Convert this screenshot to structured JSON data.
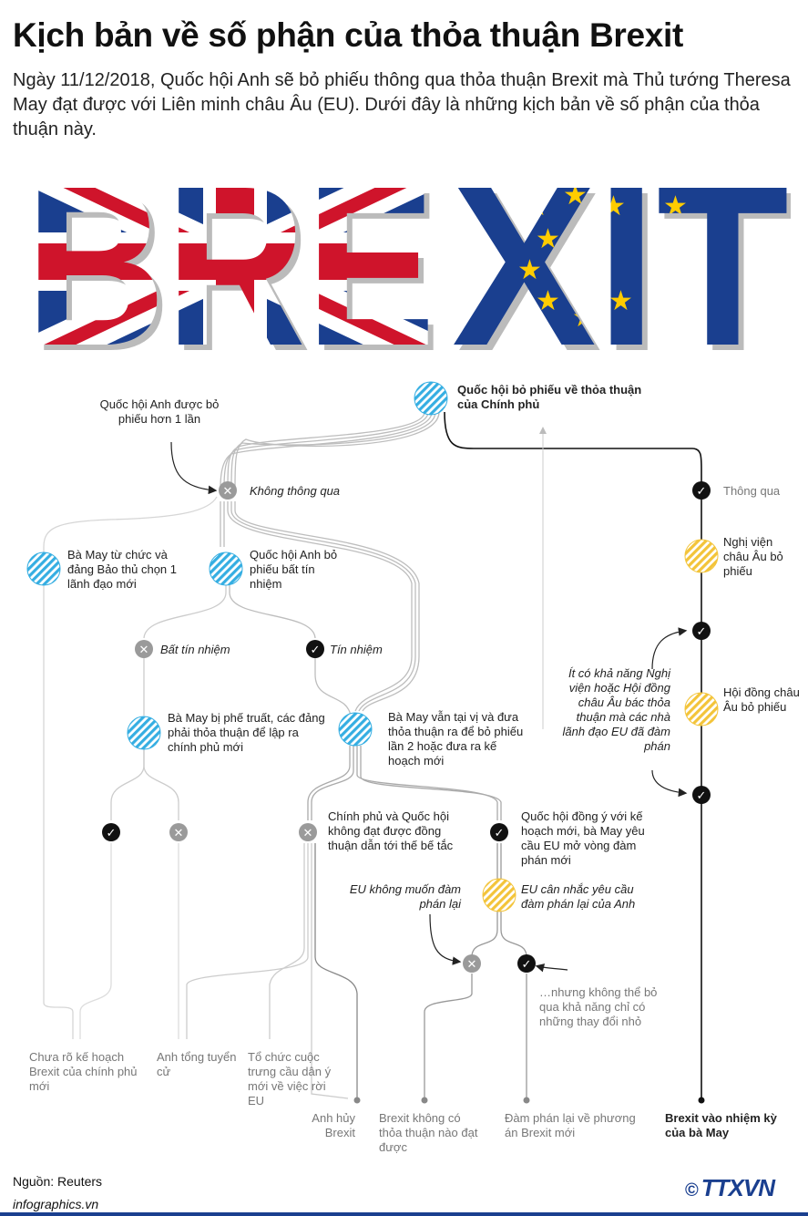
{
  "header": {
    "title": "Kịch bản về số phận của thỏa thuận Brexit",
    "intro": "Ngày 11/12/2018, Quốc hội Anh sẽ bỏ phiếu thông qua thỏa thuận Brexit mà Thủ tướng Theresa May đạt được với Liên minh châu Âu (EU). Dưới đây là những kịch bản về số phận của thỏa thuận này."
  },
  "banner": {
    "word": "BREXIT"
  },
  "colors": {
    "blue_node": "#35aee2",
    "yellow_node": "#f3c43a",
    "navy": "#1a3f8f",
    "red": "#cf142b"
  },
  "nodes": {
    "parliament_vote": "Quốc hội bỏ phiếu về thỏa thuận của Chính phủ",
    "multiple_votes_note": "Quốc hội Anh được bỏ phiếu hơn 1 lần",
    "not_passed": "Không thông qua",
    "passed": "Thông qua",
    "may_resigns": "Bà May từ chức và đảng Bảo thủ chọn 1 lãnh đạo mới",
    "no_confidence_vote": "Quốc hội Anh bỏ phiếu bất tín nhiệm",
    "no_confidence": "Bất tín nhiệm",
    "confidence": "Tín nhiệm",
    "may_ousted": "Bà May bị phế truất, các đảng phải thỏa thuận để lập ra chính phủ mới",
    "may_remains": "Bà May vẫn tại vị và đưa thỏa thuận ra để bỏ phiếu lần 2 hoặc đưa ra kế hoạch mới",
    "deadlock": "Chính phủ và Quốc hội không đạt được đồng thuận dẫn tới thế bế tắc",
    "new_plan_agreed": "Quốc hội đồng ý với kế hoạch mới, bà May yêu cầu EU mở vòng đàm phán mới",
    "eu_refuses": "EU không muốn đàm phán lại",
    "eu_considers": "EU cân nhắc yêu cầu đàm phán lại của Anh",
    "minor_changes": "…nhưng không thể bỏ qua khả năng chỉ có những thay đổi nhỏ",
    "eu_parliament_vote": "Nghị viện châu Âu bỏ phiếu",
    "eu_council_vote": "Hội đồng châu Âu bỏ phiếu",
    "unlikely_reject": "Ít có khả năng Nghị viện hoặc Hội đồng châu Âu bác thỏa thuận mà các nhà lãnh đạo EU đã đàm phán"
  },
  "outcomes": {
    "unclear_plan": "Chưa rõ kế hoạch Brexit của chính phủ mới",
    "general_election": "Anh tổng tuyển cử",
    "referendum": "Tổ chức cuộc trưng cầu dân ý mới về việc rời EU",
    "cancel_brexit": "Anh hủy Brexit",
    "no_deal": "Brexit không có thỏa thuận nào đạt được",
    "renegotiate": "Đàm phán lại về phương án Brexit mới",
    "brexit_under_may": "Brexit vào nhiệm kỳ của bà May"
  },
  "footer": {
    "source": "Nguồn: Reuters",
    "site": "infographics.vn",
    "logo": "TTXVN"
  }
}
